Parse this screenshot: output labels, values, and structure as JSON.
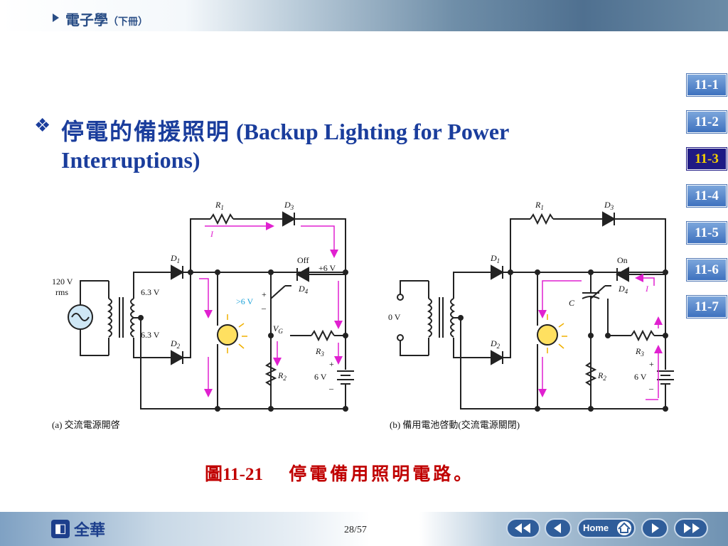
{
  "header": {
    "title": "電子學",
    "subtitle": "（下冊）"
  },
  "chapters": [
    {
      "label": "11-1",
      "active": false
    },
    {
      "label": "11-2",
      "active": false
    },
    {
      "label": "11-3",
      "active": true
    },
    {
      "label": "11-4",
      "active": false
    },
    {
      "label": "11-5",
      "active": false
    },
    {
      "label": "11-6",
      "active": false
    },
    {
      "label": "11-7",
      "active": false
    }
  ],
  "slide": {
    "bullet": "❖",
    "title_cjk": "停電的備援照明",
    "title_en_1": " (Backup Lighting for Power",
    "title_en_2": "Interruptions)"
  },
  "figure": {
    "a": {
      "source_label": "120 V",
      "source_label2": "rms",
      "sec_top": "6.3 V",
      "sec_bottom": "6.3 V",
      "R1": "R",
      "R1_sub": "1",
      "D3": "D",
      "D3_sub": "3",
      "D1": "D",
      "D1_sub": "1",
      "D2": "D",
      "D2_sub": "2",
      "D4": "D",
      "D4_sub": "4",
      "R2": "R",
      "R2_sub": "2",
      "R3": "R",
      "R3_sub": "3",
      "current": "I",
      "state": "Off",
      "plus6": "+6 V",
      "gt6": ">6 V",
      "vg": "V",
      "vg_sub": "G",
      "battery": "6 V",
      "plus": "+",
      "minus": "–",
      "caption": "(a) 交流電源開啓"
    },
    "b": {
      "source_label": "0 V",
      "R1": "R",
      "R1_sub": "1",
      "D3": "D",
      "D3_sub": "3",
      "D1": "D",
      "D1_sub": "1",
      "D2": "D",
      "D2_sub": "2",
      "D4": "D",
      "D4_sub": "4",
      "R2": "R",
      "R2_sub": "2",
      "R3": "R",
      "R3_sub": "3",
      "C": "C",
      "current": "I",
      "state": "On",
      "battery": "6 V",
      "plus": "+",
      "minus": "–",
      "caption": "(b) 備用電池啓動(交流電源關閉)"
    }
  },
  "caption": {
    "number": "圖11-21",
    "text": "停電備用照明電路。"
  },
  "footer": {
    "logo": "全華",
    "page": "28/57",
    "home_label": "Home"
  },
  "colors": {
    "title": "#1a3d9c",
    "caption": "#c00000",
    "current_arrow": "#e020d0",
    "active_chapter_bg": "#1f1a84",
    "active_chapter_text": "#f4d000"
  }
}
